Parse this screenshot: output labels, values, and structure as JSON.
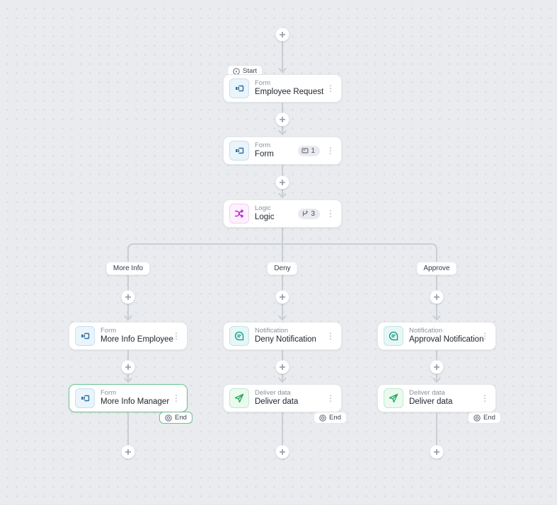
{
  "colors": {
    "background": "#e9ebee",
    "dot": "#d3d7dc",
    "edge": "#c9ced5",
    "selected_green": "#6cc392",
    "form_icon": "#2e6e9e",
    "logic_icon": "#c026d3",
    "notification_icon": "#0d9488",
    "deliver_icon": "#22a55b"
  },
  "badges": {
    "start": {
      "label": "Start"
    },
    "end": {
      "label": "End"
    }
  },
  "branch_labels": [
    {
      "label": "More Info"
    },
    {
      "label": "Deny"
    },
    {
      "label": "Approve"
    }
  ],
  "nodes": [
    {
      "type_label": "Form",
      "title": "Employee Request"
    },
    {
      "type_label": "Form",
      "title": "Form",
      "count": "1"
    },
    {
      "type_label": "Logic",
      "title": "Logic",
      "count": "3"
    },
    {
      "type_label": "Form",
      "title": "More Info Employee"
    },
    {
      "type_label": "Notification",
      "title": "Deny Notification"
    },
    {
      "type_label": "Notification",
      "title": "Approval Notification"
    },
    {
      "type_label": "Form",
      "title": "More Info Manager"
    },
    {
      "type_label": "Deliver data",
      "title": "Deliver data"
    },
    {
      "type_label": "Deliver data",
      "title": "Deliver data"
    }
  ]
}
